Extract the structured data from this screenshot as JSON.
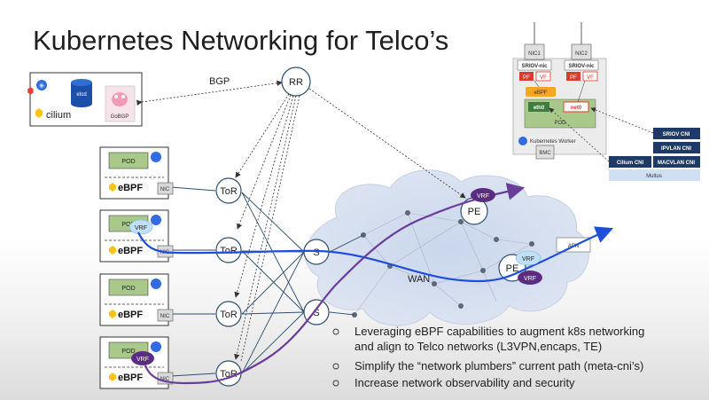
{
  "title": "Kubernetes Networking for Telco’s",
  "labels": {
    "bgp": "BGP",
    "rr": "RR",
    "tor": "ToR",
    "spine": "S",
    "pe": "PE",
    "vrf": "VRF",
    "wan": "WAN",
    "pod": "POD",
    "ebpf": "eBPF",
    "nic": "NIC",
    "etcd": "etcd",
    "cilium": "cilium",
    "gobgp": "GoBGP",
    "apn": "APN"
  },
  "worker": {
    "nic1": "NIC1",
    "nic2": "NIC2",
    "sriov_nic": "SRIOV-nic",
    "pf": "PF",
    "vf": "VF",
    "ebpf": "eBPF",
    "eth0": "eth0",
    "net0": "net0",
    "pod": "POD",
    "caption": "Kubernetes Worker",
    "bmc": "BMC"
  },
  "cni": {
    "sriov": "SRIOV CNI",
    "ipvlan": "IPVLAN CNI",
    "cilium": "Cilium CNI",
    "macvlan": "MACVLAN CNI",
    "multus": "Multus"
  },
  "bullets": [
    "Leveraging eBPF capabilities to augment k8s networking",
    "and align to Telco networks (L3VPN,encaps, TE)",
    "Simplify the “network plumbers” current path (meta-cni’s)",
    "Increase network observability and security"
  ],
  "colors": {
    "vrf": "#5b2c83",
    "blue_path": "#1f4fd8",
    "purple_path": "#6a3d9a",
    "node_stroke": "#2f4f6f",
    "pod_green": "#a8c98a",
    "ebpf_orange": "#f5a623",
    "red_box": "#e03a2f"
  },
  "icons": [
    "kubernetes-icon",
    "etcd-cylinder-icon",
    "gobgp-gopher-icon",
    "cilium-hexagon-icon",
    "cloud-icon",
    "arrow-icon"
  ]
}
